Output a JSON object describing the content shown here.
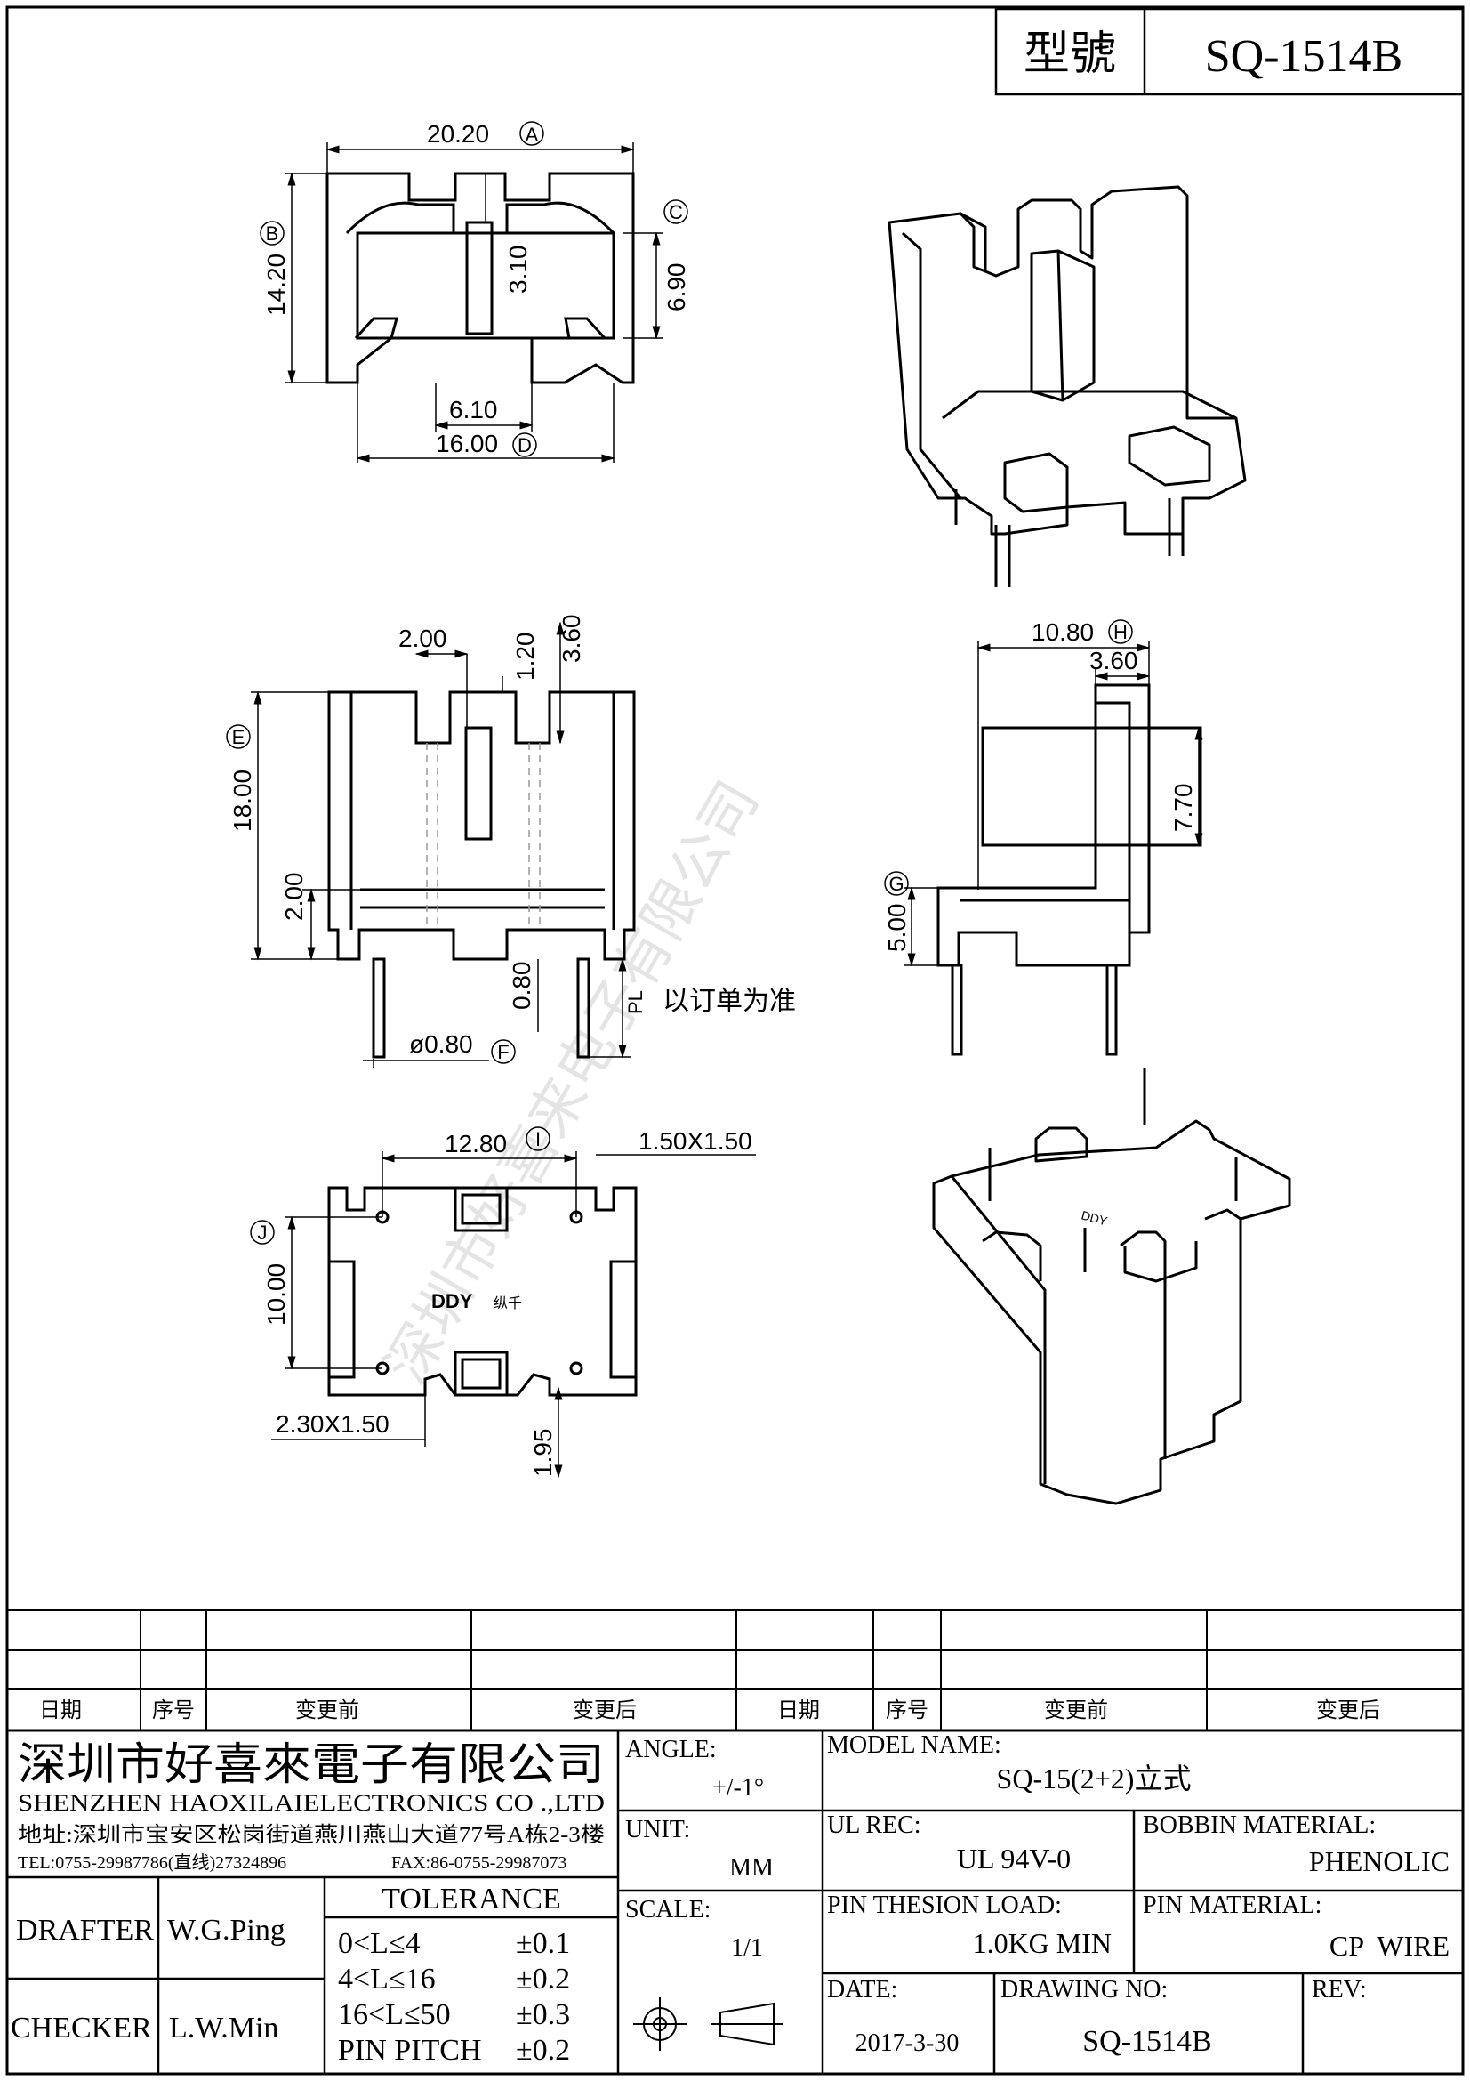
{
  "title_box": {
    "label": "型號",
    "model": "SQ-1514B"
  },
  "dimensions": {
    "top_view": {
      "width": "20.20",
      "width_ref": "A",
      "height": "14.20",
      "height_ref": "B",
      "slot_depth": "3.10",
      "side": "6.90",
      "side_ref": "C",
      "inner": "6.10",
      "base": "16.00",
      "base_ref": "D"
    },
    "front_view": {
      "slot_w": "2.00",
      "notch": "1.20",
      "slot_h": "3.60",
      "height": "18.00",
      "height_ref": "E",
      "foot": "2.00",
      "standoff": "0.80",
      "pin_dia": "ø0.80",
      "pin_ref": "F",
      "pl": "PL",
      "pl_note": "以订单为准"
    },
    "side_view": {
      "depth": "10.80",
      "depth_ref": "H",
      "wall": "3.60",
      "window": "7.70",
      "base_h": "5.00",
      "base_ref": "G"
    },
    "bottom_view": {
      "pitch": "12.80",
      "pitch_ref": "I",
      "notch_top": "1.50X1.50",
      "row": "10.00",
      "row_ref": "J",
      "notch_bottom": "2.30X1.50",
      "edge": "1.95",
      "mark": "DDY",
      "mark2": "纵千"
    }
  },
  "revision_table": {
    "headers": [
      "日期",
      "序号",
      "变更前",
      "变更后",
      "日期",
      "序号",
      "变更前",
      "变更后"
    ]
  },
  "company": {
    "name": "深圳市好喜來電子有限公司",
    "name_en": "SHENZHEN HAOXILAIELECTRONICS CO .,LTD",
    "address": "地址:深圳市宝安区松岗街道燕川燕山大道77号A栋2-3楼",
    "tel": "TEL:0755-29987786(直线)27324896",
    "fax": "FAX:86-0755-29987073"
  },
  "signoff": {
    "drafter_label": "DRAFTER",
    "drafter": "W.G.Ping",
    "checker_label": "CHECKER",
    "checker": "L.W.Min"
  },
  "tolerance": {
    "title": "TOLERANCE",
    "rows": [
      {
        "range": "0<L≤4",
        "value": "±0.1"
      },
      {
        "range": "4<L≤16",
        "value": "±0.2"
      },
      {
        "range": "16<L≤50",
        "value": "±0.3"
      },
      {
        "range": "PIN PITCH",
        "value": "±0.2"
      }
    ]
  },
  "specs": {
    "angle_label": "ANGLE:",
    "angle": "+/-1°",
    "unit_label": "UNIT:",
    "unit": "MM",
    "scale_label": "SCALE:",
    "scale": "1/1",
    "model_label": "MODEL NAME:",
    "model": "SQ-15(2+2)立式",
    "ul_label": "UL REC:",
    "ul": "UL 94V-0",
    "bobbin_label": "BOBBIN MATERIAL:",
    "bobbin": "PHENOLIC",
    "pin_load_label": "PIN THESION LOAD:",
    "pin_load": "1.0KG MIN",
    "pin_mat_label": "PIN MATERIAL:",
    "pin_mat": "CP  WIRE",
    "date_label": "DATE:",
    "date": "2017-3-30",
    "drawing_label": "DRAWING NO:",
    "drawing": "SQ-1514B",
    "rev_label": "REV:",
    "rev": ""
  },
  "watermark": "深圳市好喜来电子有限公司"
}
